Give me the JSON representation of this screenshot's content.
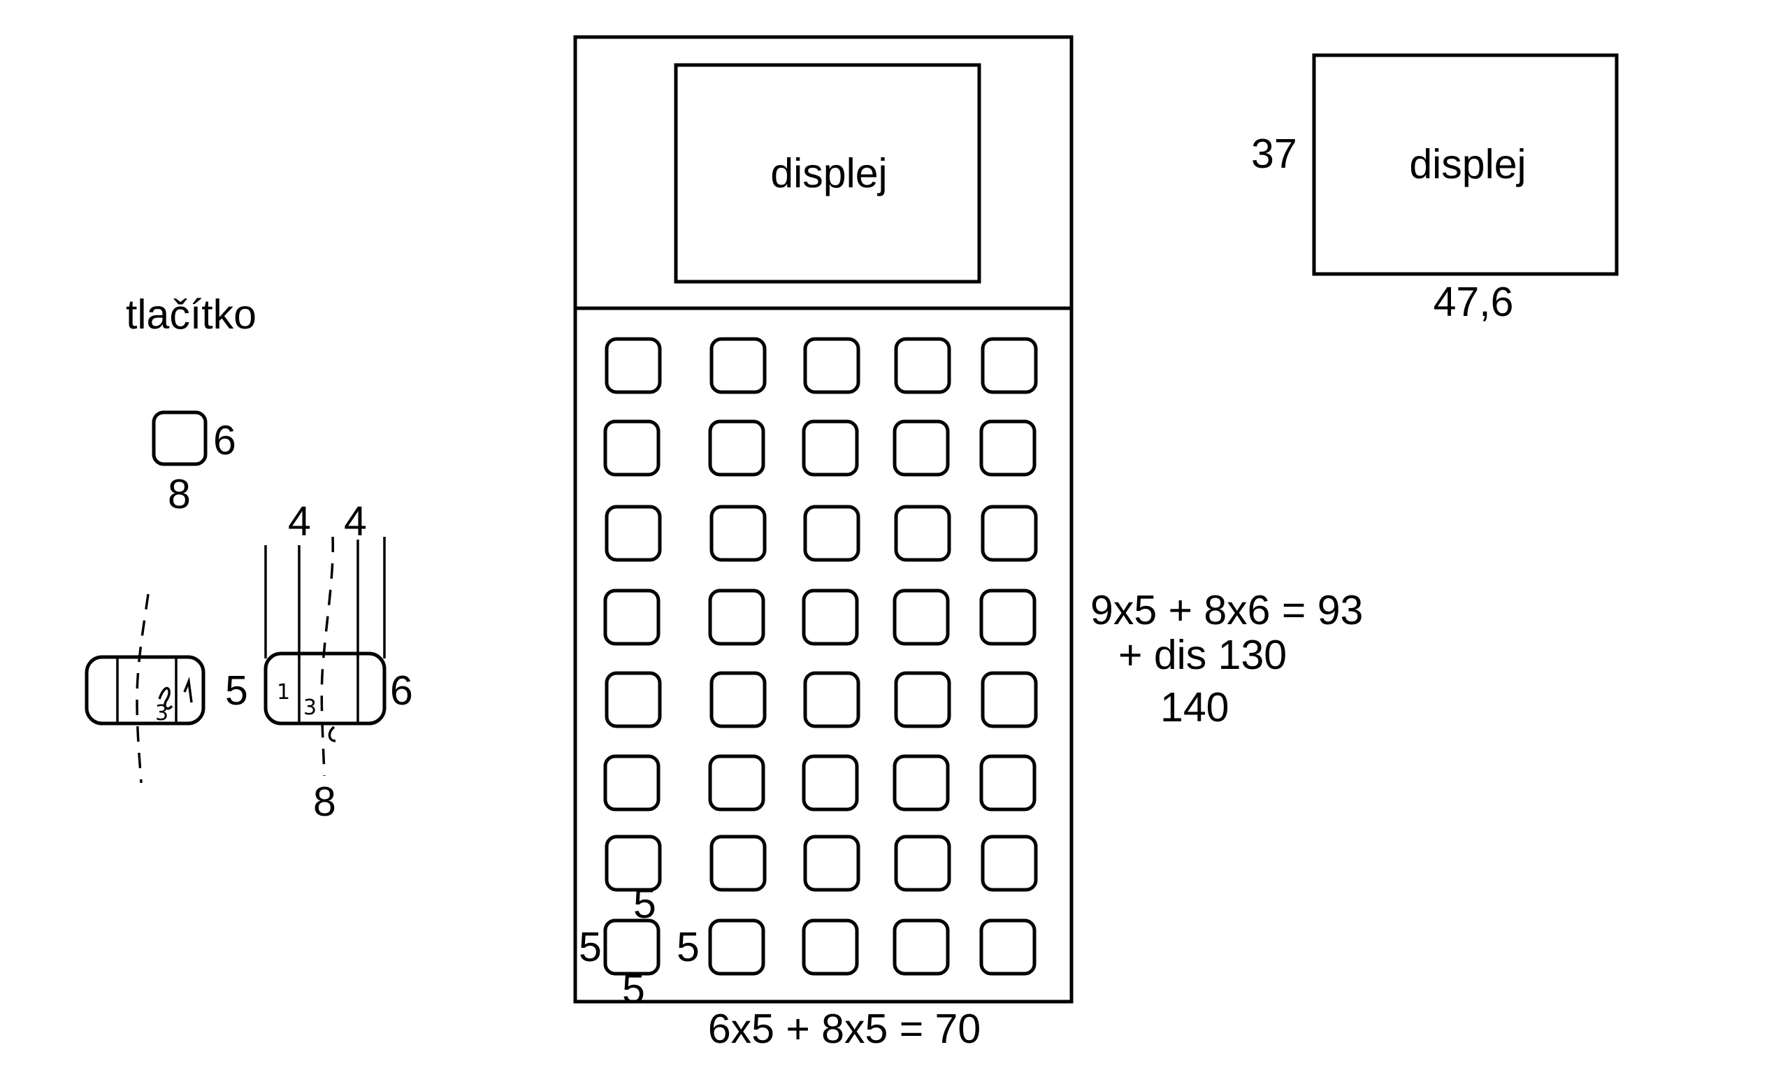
{
  "button_section": {
    "title": "tlačítko",
    "single_button": {
      "height_label": "6",
      "width_label": "8"
    },
    "side_view": {
      "segment_labels": [
        "4",
        "4"
      ],
      "left_label": "5",
      "right_label": "6",
      "bottom_label": "8",
      "inner_marks": [
        "1",
        "3"
      ]
    }
  },
  "calculator": {
    "display_label": "displej",
    "keypad": {
      "rows": 8,
      "columns": 5
    },
    "key_annotation": {
      "top": "5",
      "left": "5",
      "right": "5",
      "bottom": "5"
    },
    "bottom_formula": "6x5 + 8x5 = 70"
  },
  "side_formulas": {
    "line1": "9x5 + 8x6 = 93",
    "line2": "+ dis 130",
    "line3": "140"
  },
  "display_detail": {
    "label": "displej",
    "height_label": "37",
    "width_label": "47,6"
  }
}
